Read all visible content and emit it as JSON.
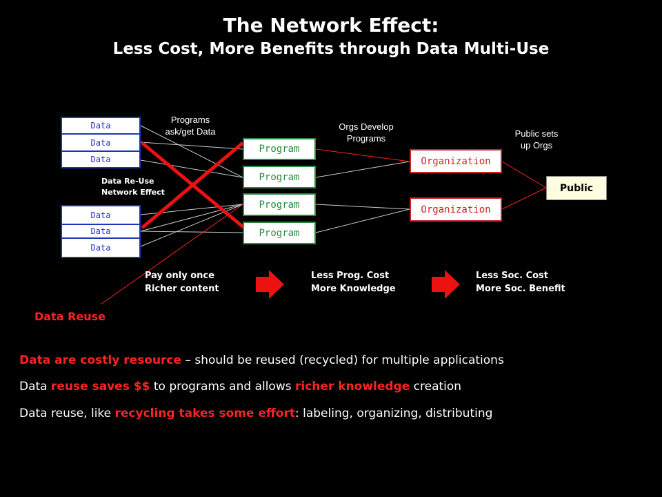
{
  "title": {
    "line1": "The Network Effect:",
    "line2": "Less Cost, More Benefits through Data Multi-Use"
  },
  "data_label": "Data",
  "program_label": "Program",
  "org_label": "Organization",
  "public_label": "Public",
  "labels": {
    "programs_ask_1": "Programs",
    "programs_ask_2": "ask/get Data",
    "orgs_develop_1": "Orgs Develop",
    "orgs_develop_2": "Programs",
    "public_sets_1": "Public sets",
    "public_sets_2": "up Orgs",
    "reuse_effect_1": "Data Re-Use",
    "reuse_effect_2": "Network Effect"
  },
  "flow": {
    "step1_line1": "Pay only once",
    "step1_line2": "Richer content",
    "step2_line1": "Less Prog. Cost",
    "step2_line2": "More Knowledge",
    "step3_line1": "Less Soc. Cost",
    "step3_line2": "More Soc. Benefit"
  },
  "data_reuse": "Data Reuse",
  "bullets": {
    "b1_red": "Data are costly resource",
    "b1_rest": " – should be reused (recycled) for multiple applications",
    "b2_a": "Data ",
    "b2_red1": "reuse saves $$",
    "b2_b": " to programs and allows ",
    "b2_red2": "richer knowledge",
    "b2_c": " creation",
    "b3_a": "Data reuse, like ",
    "b3_red": "recycling takes some effort",
    "b3_b": ": labeling, organizing, distributing"
  },
  "colors": {
    "data": "#2233bb",
    "program": "#2a8a3c",
    "organization": "#cc2222",
    "accent_red": "#ff2222",
    "public_bg": "#fffde0"
  }
}
